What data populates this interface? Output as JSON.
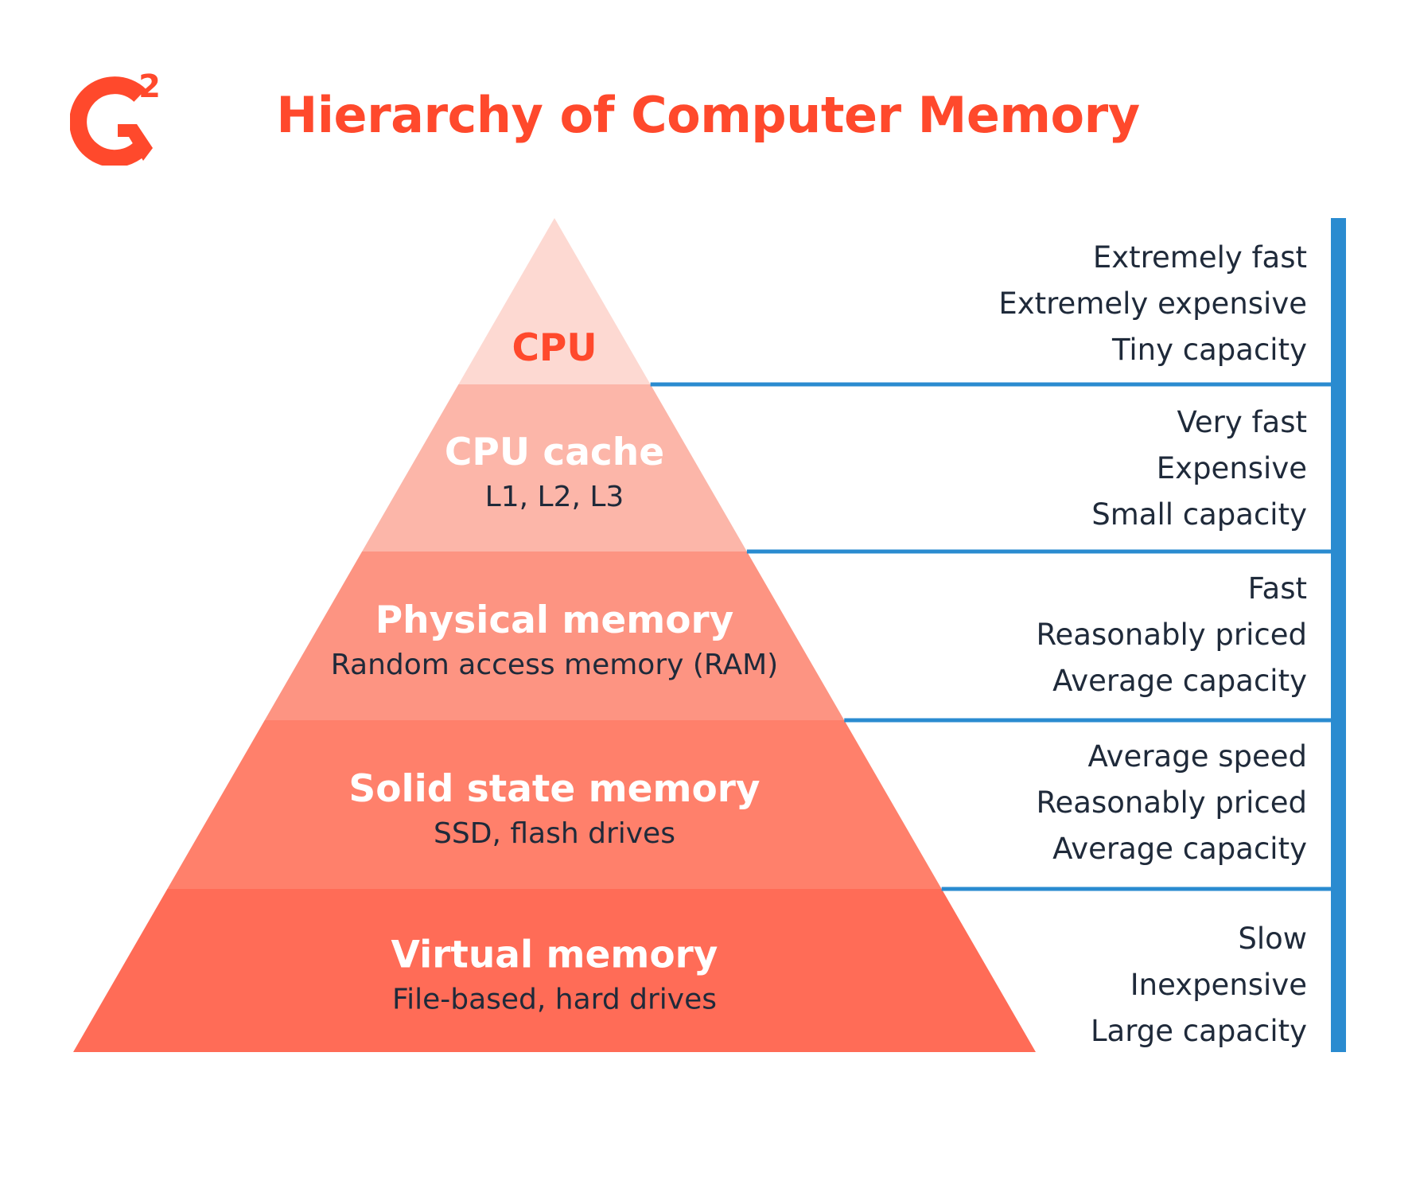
{
  "title": "Hierarchy of Computer Memory",
  "logo": {
    "text": "G",
    "superscript": "2",
    "color": "#ff492c"
  },
  "colors": {
    "accent": "#ff492c",
    "bracket": "#2a8bd0",
    "text": "#1f2a3a"
  },
  "tiers": [
    {
      "name": "CPU",
      "subtitle": "",
      "fill": "#fdd9d2",
      "properties": [
        "Extremely fast",
        "Extremely expensive",
        "Tiny capacity"
      ]
    },
    {
      "name": "CPU cache",
      "subtitle": "L1, L2, L3",
      "fill": "#fcb6a9",
      "properties": [
        "Very fast",
        "Expensive",
        "Small capacity"
      ]
    },
    {
      "name": "Physical memory",
      "subtitle": "Random access memory (RAM)",
      "fill": "#fd9482",
      "properties": [
        "Fast",
        "Reasonably priced",
        "Average capacity"
      ]
    },
    {
      "name": "Solid state memory",
      "subtitle": "SSD, flash drives",
      "fill": "#ff806b",
      "properties": [
        "Average speed",
        "Reasonably priced",
        "Average capacity"
      ]
    },
    {
      "name": "Virtual memory",
      "subtitle": "File-based, hard drives",
      "fill": "#ff6c57",
      "properties": [
        "Slow",
        "Inexpensive",
        "Large capacity"
      ]
    }
  ]
}
